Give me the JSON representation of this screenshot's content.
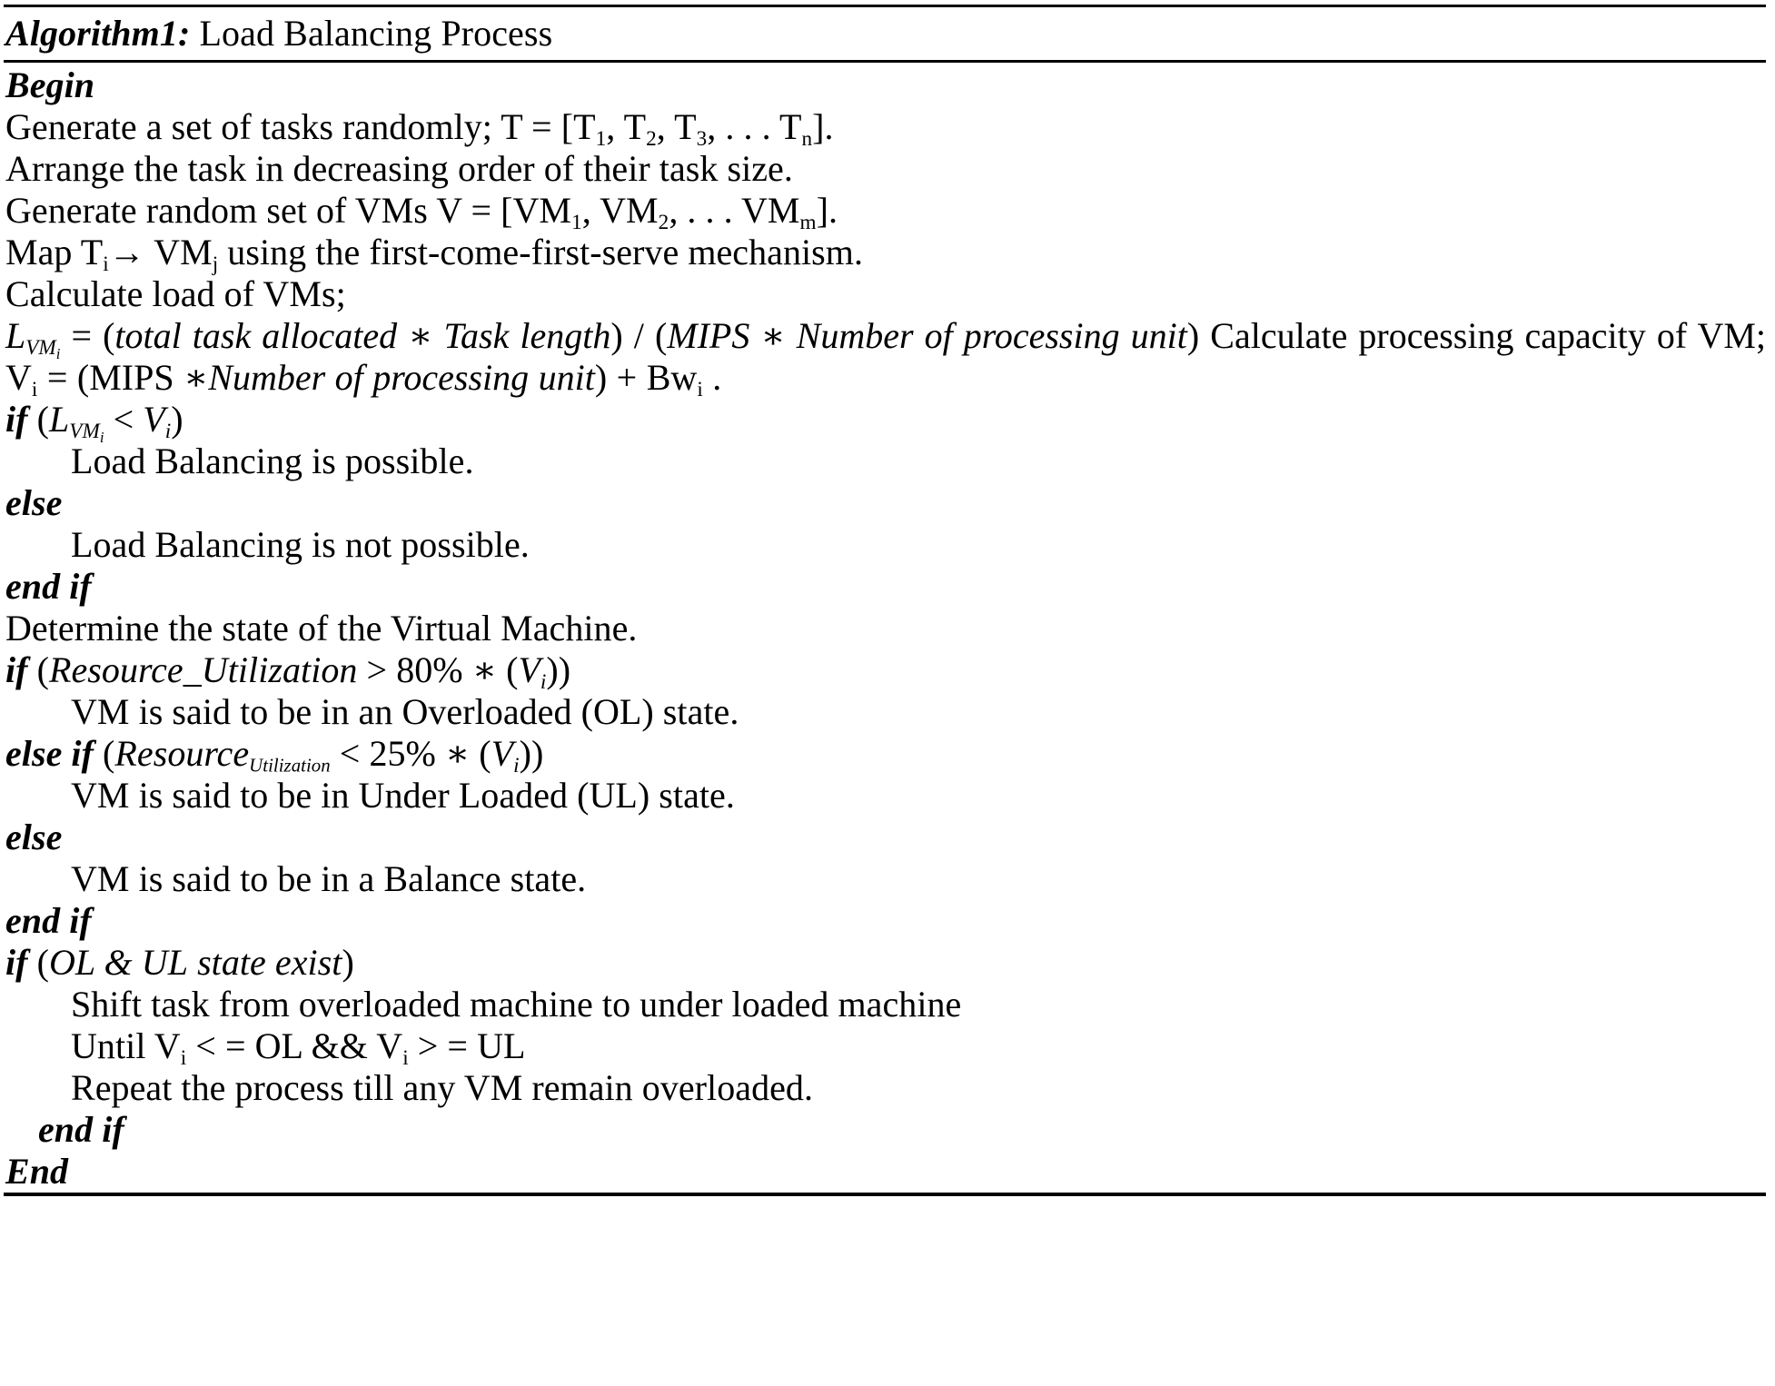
{
  "algorithm": {
    "label": "Algorithm1:",
    "title": "Load Balancing Process",
    "begin_keyword": "Begin",
    "end_keyword": "End"
  },
  "lines": {
    "generate_tasks_pre": "Generate a set of tasks randomly; T = [T",
    "generate_tasks": {
      "text_start": "Generate a set of tasks randomly; T = [T",
      "sub1": "1",
      "sep1": ", T",
      "sub2": "2",
      "sep2": ", T",
      "sub3": "3",
      "sep3": ",  . . .  T",
      "sub4": "n",
      "end": "]."
    },
    "arrange": "Arrange the task in decreasing order of their task size.",
    "generate_vms": {
      "text_start": "Generate random set of VMs V = [VM",
      "sub1": "1",
      "sep1": ", VM",
      "sub2": "2",
      "sep2": ",  . . .  VM",
      "sub3": "m",
      "end": "]."
    },
    "map": {
      "start": "Map T",
      "sub_i": "i",
      "arrow": "→",
      "vm": " VM",
      "sub_j": "j",
      "rest": " using the first-come-first-serve mechanism."
    },
    "calc_load": "Calculate load of VMs;",
    "load_formula": {
      "lhs_L": "L",
      "lhs_vm": "VM",
      "lhs_i": "i",
      "eq": "=",
      "open": "(",
      "term1": "total task allocated",
      "star": "∗",
      "term2": "Task length",
      "close_div": ") / (",
      "term3": "MIPS",
      "star2": "∗",
      "term4": "Number of  processing unit",
      "close": ")",
      "tail": "Calculate processing capacity of VM; V",
      "tail_sub": "i",
      "tail_eq": "= (MIPS ",
      "tail_star": "∗",
      "tail_term": "Number of  processing unit",
      "tail_close": ") + Bw",
      "tail_sub2": "i",
      "tail_dot": " ."
    },
    "if_load": {
      "kw": "if",
      "open": "(",
      "L": "L",
      "vm": "VM",
      "i": "i",
      "lt": "<",
      "V": "V",
      "vi": "i",
      "close": ")"
    },
    "lb_possible": "Load Balancing is possible.",
    "else_1": "else",
    "lb_not_possible": "Load Balancing is not possible.",
    "end_if_1": "end if",
    "determine_state": "Determine the state of the Virtual Machine.",
    "if_overloaded": {
      "kw": "if",
      "open": "(",
      "resource": "Resource_Utilization",
      "gt": ">",
      "pct": "80%",
      "star": "∗",
      "vopen": "(",
      "V": "V",
      "vi": "i",
      "close": "))"
    },
    "vm_overloaded": "VM is said to be in an Overloaded (OL) state.",
    "else_if_underloaded": {
      "kw": "else if",
      "open": "(",
      "resource": "Resource",
      "sub": "Utilization",
      "lt": "<",
      "pct": "25%",
      "star": "∗",
      "vopen": "(",
      "V": "V",
      "vi": "i",
      "close": "))"
    },
    "vm_underloaded": "VM is said to be in Under Loaded (UL) state.",
    "else_2": "else",
    "vm_balance": "VM is said to be in a Balance state.",
    "end_if_2": "end if",
    "if_ol_ul": {
      "kw": "if",
      "open": "(",
      "cond_a": "OL & UL",
      "cond_b": "state exist",
      "close": ")"
    },
    "shift_task": "Shift task from overloaded machine to under loaded machine",
    "until": {
      "start": "Until V",
      "sub1": "i",
      "mid": " < = OL && V",
      "sub2": "i",
      "end": " > = UL"
    },
    "repeat": "Repeat the process till any VM remain overloaded.",
    "end_if_3": "end if"
  },
  "colors": {
    "text": "#000000",
    "background": "#ffffff",
    "rule": "#000000"
  }
}
